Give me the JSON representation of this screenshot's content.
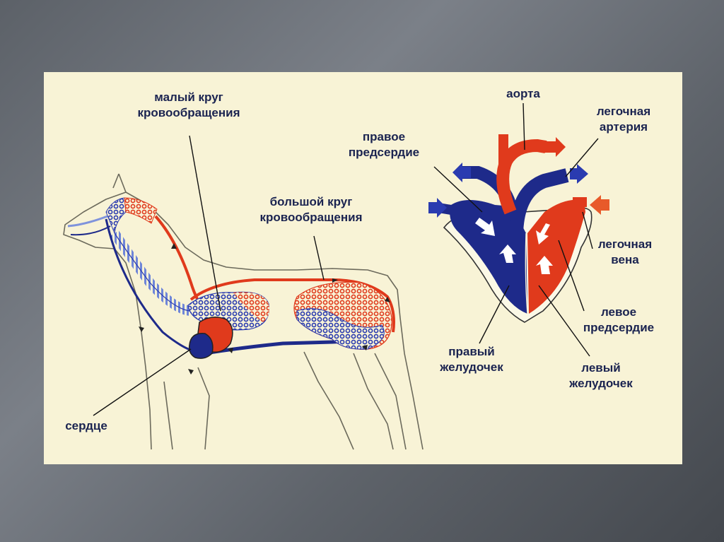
{
  "colors": {
    "background_gray": "#6b7078",
    "panel_cream": "#f8f3d6",
    "venous_blue": "#1e2a8a",
    "arterial_red": "#e03a1c",
    "label_navy": "#1a2350"
  },
  "animal_labels": {
    "pulmonary_circulation_line1": "малый круг",
    "pulmonary_circulation_line2": "кровообращения",
    "systemic_circulation_line1": "большой круг",
    "systemic_circulation_line2": "кровообращения",
    "heart": "сердце"
  },
  "heart_labels": {
    "aorta": "аорта",
    "pulmonary_artery_line1": "легочная",
    "pulmonary_artery_line2": "артерия",
    "right_atrium_line1": "правое",
    "right_atrium_line2": "предсердие",
    "pulmonary_vein_line1": "легочная",
    "pulmonary_vein_line2": "вена",
    "left_atrium_line1": "левое",
    "left_atrium_line2": "предсердие",
    "right_ventricle_line1": "правый",
    "right_ventricle_line2": "желудочек",
    "left_ventricle_line1": "левый",
    "left_ventricle_line2": "желудочек"
  },
  "icons": {
    "flow_arrow": "flow-arrow-icon",
    "internal_arrow": "white-arrow-icon"
  }
}
